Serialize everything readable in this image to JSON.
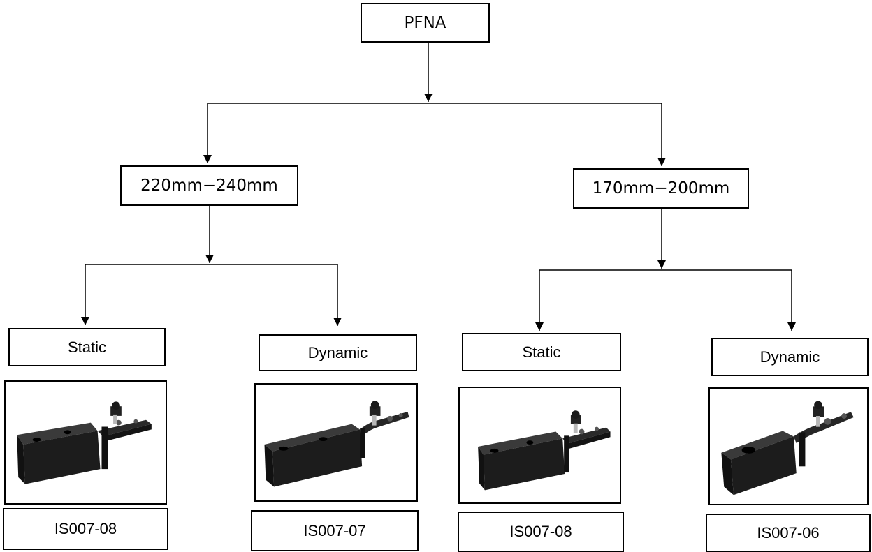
{
  "root": {
    "label": "PFNA"
  },
  "groups": [
    {
      "label": "220mm−240mm",
      "children": [
        {
          "label": "Static",
          "code": "IS007-08",
          "image": "static-guide-image"
        },
        {
          "label": "Dynamic",
          "code": "IS007-07",
          "image": "dynamic-guide-image"
        }
      ]
    },
    {
      "label": "170mm−200mm",
      "children": [
        {
          "label": "Static",
          "code": "IS007-08",
          "image": "static-guide-image"
        },
        {
          "label": "Dynamic",
          "code": "IS007-06",
          "image": "dynamic-guide-image"
        }
      ]
    }
  ],
  "colors": {
    "line": "#000000",
    "device": "#1c1c1c",
    "device_highlight": "#3a3a3a",
    "metal": "#b8b8b8"
  }
}
